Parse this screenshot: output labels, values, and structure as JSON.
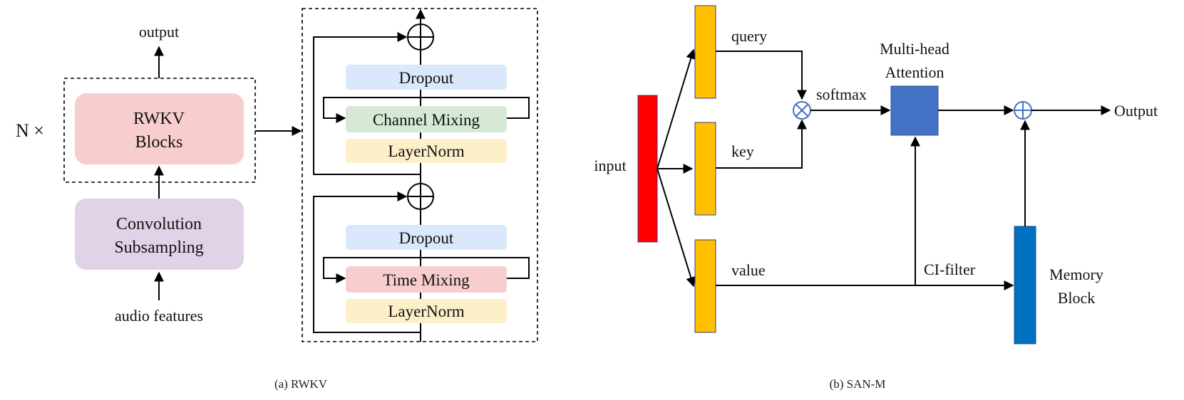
{
  "rwkv": {
    "caption": "(a) RWKV",
    "output_label": "output",
    "repeat_label": "N ×",
    "rwkv_blocks_line1": "RWKV",
    "rwkv_blocks_line2": "Blocks",
    "conv_line1": "Convolution",
    "conv_line2": "Subsampling",
    "input_label": "audio features",
    "block": {
      "dropout_top": "Dropout",
      "channel_mixing": "Channel Mixing",
      "layernorm_top": "LayerNorm",
      "dropout_bottom": "Dropout",
      "time_mixing": "Time Mixing",
      "layernorm_bottom": "LayerNorm"
    },
    "colors": {
      "rwkv_blocks": "#f8cdcd",
      "conv": "#e0d3e8",
      "dropout": "#d9e9fb",
      "channel_mixing": "#d6e9d5",
      "layernorm": "#fdf0c9",
      "time_mixing": "#f8cdcd"
    }
  },
  "sanm": {
    "caption": "(b) SAN-M",
    "input_label": "input",
    "query_label": "query",
    "key_label": "key",
    "value_label": "value",
    "softmax_label": "softmax",
    "mha_line1": "Multi-head",
    "mha_line2": "Attention",
    "cifilter_label": "CI-filter",
    "memory_line1": "Memory",
    "memory_line2": "Block",
    "output_label": "Output",
    "colors": {
      "input_bar": "#ff0000",
      "qkv_bar": "#ffc000",
      "mha": "#4472c4",
      "memory": "#0070c0",
      "op_circle": "#4472c4"
    }
  }
}
